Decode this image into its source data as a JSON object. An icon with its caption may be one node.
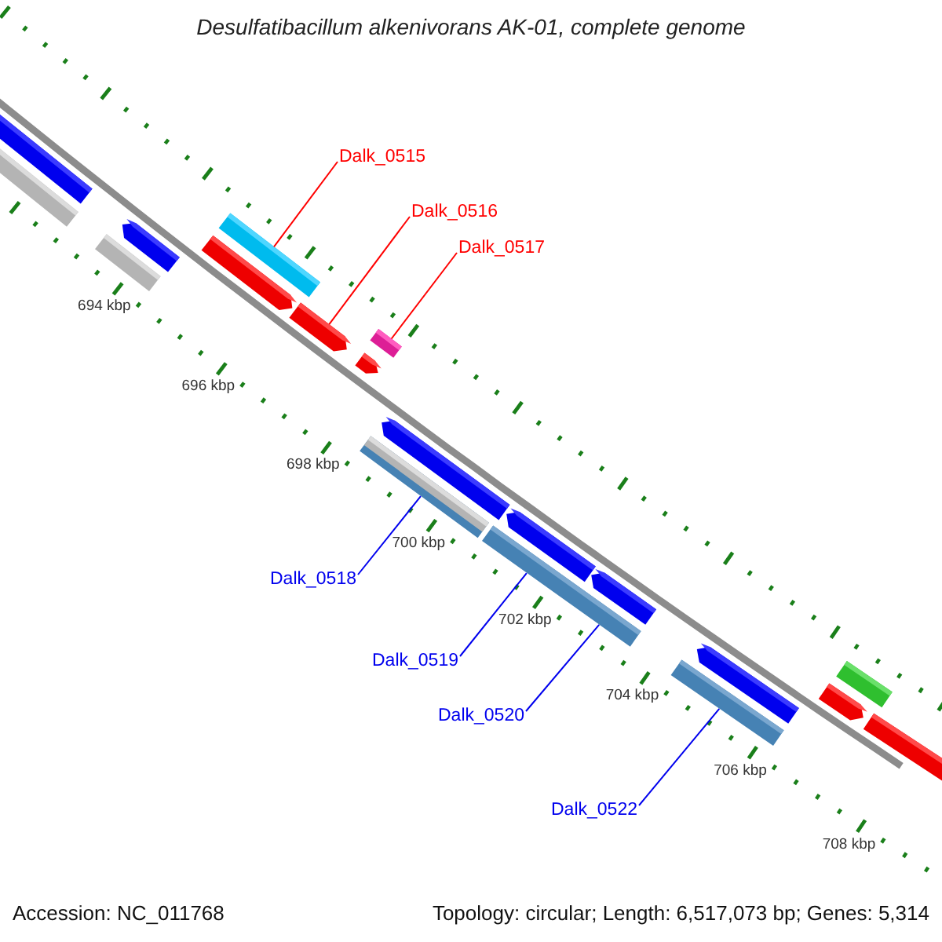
{
  "diagram": {
    "title": "Desulfatibacillum alkenivorans AK-01, complete genome",
    "nodes": [
      {
        "text": [
          "Dalk_0515"
        ]
      },
      {
        "text": [],
        "shape": "bar"
      },
      {
        "text": [
          "Dalk_0516"
        ]
      },
      {
        "text": [],
        "shape": "bar"
      },
      {
        "text": [
          "Dalk_0517"
        ]
      },
      {
        "text": [],
        "shape": "bar"
      },
      {
        "text": [
          "Dalk_0518"
        ]
      },
      {
        "text": [],
        "shape": "bar"
      },
      {
        "text": [
          "Dalk_0519"
        ]
      },
      {
        "text": [],
        "shape": "bar"
      },
      {
        "text": [
          "Dalk_0520"
        ]
      },
      {
        "text": [
          "Dalk_0522"
        ]
      },
      {
        "text": [],
        "shape": "bar"
      }
    ],
    "edges": [
      {
        "from": 0,
        "to": 1,
        "arrow": "none",
        "color": "#ff0000"
      },
      {
        "from": 2,
        "to": 3,
        "arrow": "none",
        "color": "#ff0000"
      },
      {
        "from": 4,
        "to": 5,
        "arrow": "none",
        "color": "#ff0000"
      },
      {
        "from": 6,
        "to": 7,
        "arrow": "none"
      },
      {
        "from": 8,
        "to": 9,
        "arrow": "none"
      },
      {
        "from": 10,
        "to": 9,
        "arrow": "none"
      },
      {
        "from": 11,
        "to": 12,
        "arrow": "none"
      }
    ],
    "labels": [
      "694 kbp",
      "696 kbp",
      "698 kbp",
      "700 kbp",
      "702 kbp",
      "704 kbp",
      "706 kbp",
      "708 kbp",
      "Accession: NC_011768",
      "Topology: circular; Length: 6,517,073 bp; Genes: 5,314"
    ]
  }
}
